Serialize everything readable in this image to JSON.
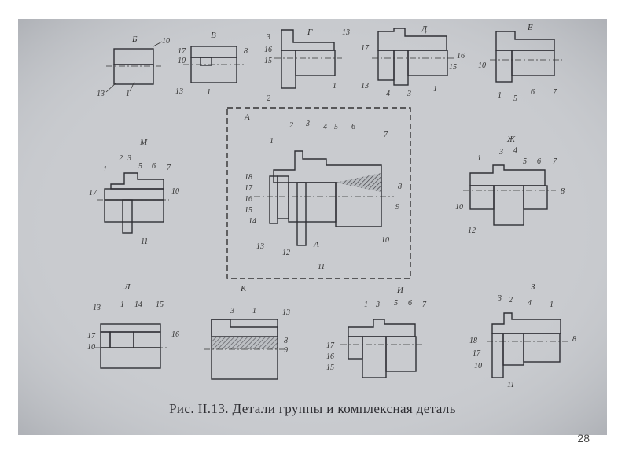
{
  "caption": "Рис. II.13. Детали группы и комплексная деталь",
  "slide_number": "28",
  "details": [
    {
      "id": "B",
      "title": "Б",
      "labels": [
        "10",
        "13",
        "1"
      ]
    },
    {
      "id": "V",
      "title": "В",
      "labels": [
        "17",
        "10",
        "8",
        "13",
        "1"
      ]
    },
    {
      "id": "G",
      "title": "Г",
      "labels": [
        "3",
        "16",
        "15",
        "13",
        "2",
        "1"
      ]
    },
    {
      "id": "D",
      "title": "Д",
      "labels": [
        "17",
        "16",
        "15",
        "13",
        "4",
        "3",
        "1"
      ]
    },
    {
      "id": "E",
      "title": "Е",
      "labels": [
        "10",
        "1",
        "5",
        "6",
        "7"
      ]
    },
    {
      "id": "M",
      "title": "М",
      "labels": [
        "2",
        "3",
        "5",
        "6",
        "7",
        "1",
        "17",
        "10",
        "11"
      ]
    },
    {
      "id": "A",
      "title": "А",
      "labels": [
        "2",
        "3",
        "4",
        "5",
        "6",
        "1",
        "7",
        "18",
        "17",
        "16",
        "15",
        "14",
        "8",
        "9",
        "13",
        "12",
        "А",
        "10",
        "11"
      ]
    },
    {
      "id": "Zh",
      "title": "Ж",
      "labels": [
        "3",
        "4",
        "1",
        "5",
        "6",
        "7",
        "8",
        "10",
        "12"
      ]
    },
    {
      "id": "L",
      "title": "Л",
      "labels": [
        "13",
        "1",
        "14",
        "15",
        "17",
        "10",
        "16"
      ]
    },
    {
      "id": "K",
      "title": "К",
      "labels": [
        "3",
        "1",
        "13",
        "8",
        "9"
      ]
    },
    {
      "id": "I",
      "title": "И",
      "labels": [
        "1",
        "3",
        "5",
        "6",
        "7",
        "17",
        "16",
        "15"
      ]
    },
    {
      "id": "Z",
      "title": "З",
      "labels": [
        "3",
        "2",
        "4",
        "1",
        "18",
        "8",
        "17",
        "10",
        "11"
      ]
    }
  ]
}
